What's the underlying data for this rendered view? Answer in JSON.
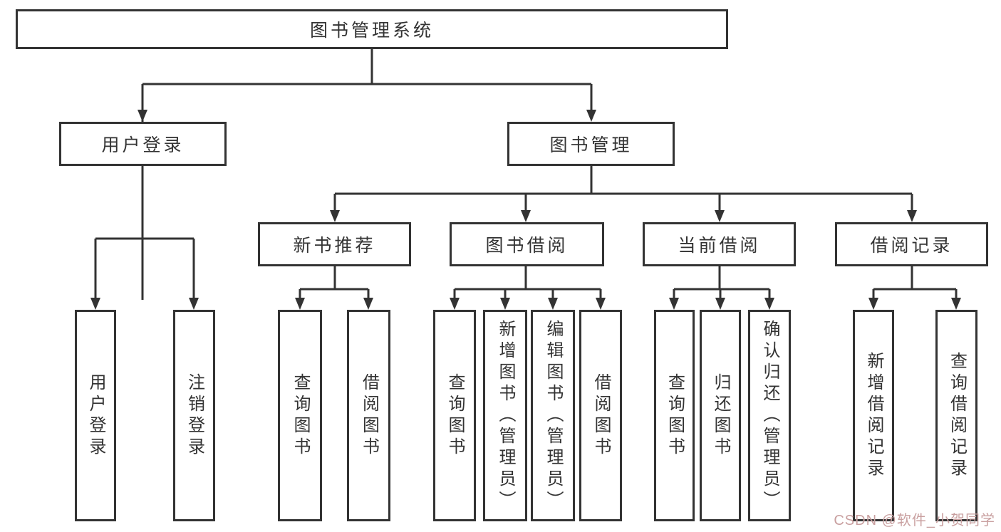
{
  "diagram": {
    "root": {
      "label": "图书管理系统"
    },
    "branches": [
      {
        "label": "用户登录",
        "leaves": [
          {
            "label": "用户登录"
          },
          {
            "label": "注销登录"
          }
        ]
      },
      {
        "label": "图书管理",
        "groups": [
          {
            "label": "新书推荐",
            "leaves": [
              {
                "label": "查询图书"
              },
              {
                "label": "借阅图书"
              }
            ]
          },
          {
            "label": "图书借阅",
            "leaves": [
              {
                "label": "查询图书"
              },
              {
                "label": "新增图书（管理员）"
              },
              {
                "label": "编辑图书（管理员）"
              },
              {
                "label": "借阅图书"
              }
            ]
          },
          {
            "label": "当前借阅",
            "leaves": [
              {
                "label": "查询图书"
              },
              {
                "label": "归还图书"
              },
              {
                "label": "确认归还（管理员）"
              }
            ]
          },
          {
            "label": "借阅记录",
            "leaves": [
              {
                "label": "新增借阅记录"
              },
              {
                "label": "查询借阅记录"
              }
            ]
          }
        ]
      }
    ]
  },
  "watermark": {
    "text": "CSDN @软件_小贺同学",
    "color": "#c9a0a0"
  },
  "colors": {
    "line": "#333333",
    "box_border": "#333333",
    "box_bg": "#ffffff",
    "text": "#333333"
  }
}
